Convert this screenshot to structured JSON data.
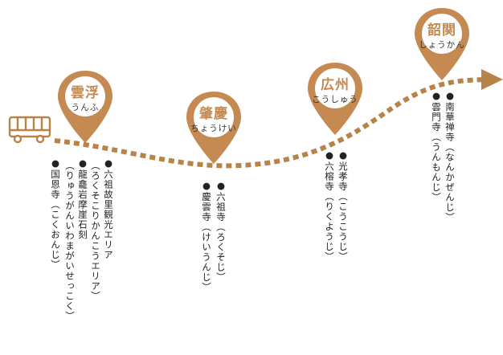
{
  "colors": {
    "pin": "#c48a52",
    "route": "#b78349",
    "text": "#222222"
  },
  "icons": {
    "start": "bus-icon",
    "end": "arrow-head-icon"
  },
  "stops": [
    {
      "city": "雲浮",
      "reading": "うんふ",
      "spots": [
        {
          "name": "●六祖故里観光エリア",
          "reading": "（ろくそこりかんこうエリア）"
        },
        {
          "name": "●龍龕岩摩崖石刻",
          "reading": "（りゅうがんいわまがいせっこく）"
        },
        {
          "name": "●国恩寺（こくおんじ）",
          "reading": ""
        }
      ]
    },
    {
      "city": "肇慶",
      "reading": "ちょうけい",
      "spots": [
        {
          "name": "●六祖寺（ろくそじ）",
          "reading": ""
        },
        {
          "name": "●慶雲寺（けいうんじ）",
          "reading": ""
        }
      ]
    },
    {
      "city": "広州",
      "reading": "こうしゅう",
      "spots": [
        {
          "name": "●光孝寺（こうこうじ）",
          "reading": ""
        },
        {
          "name": "●六榕寺（りくようじ）",
          "reading": ""
        }
      ]
    },
    {
      "city": "韶関",
      "reading": "しょうかん",
      "spots": [
        {
          "name": "●南華禅寺（なんかぜんじ）",
          "reading": ""
        },
        {
          "name": "●雲門寺（うんもんじ）",
          "reading": ""
        }
      ]
    }
  ]
}
